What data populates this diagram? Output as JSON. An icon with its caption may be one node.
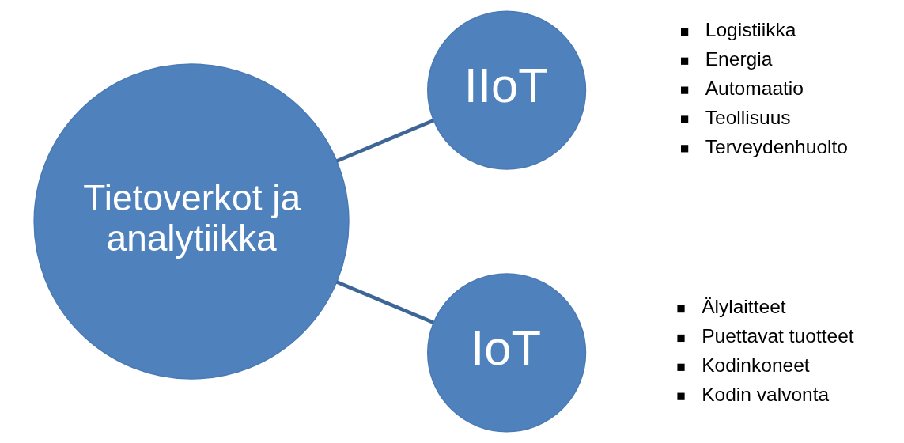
{
  "diagram": {
    "nodes": [
      {
        "text": [
          "Tietoverkot ja analytiikka"
        ]
      },
      {
        "text": [
          "IIoT"
        ],
        "beside": [
          "Logistiikka",
          "Energia",
          "Automaatio",
          "Teollisuus",
          "Terveydenhuolto"
        ]
      },
      {
        "text": [
          "IoT"
        ],
        "beside": [
          "Älylaitteet",
          "Puettavat tuotteet",
          "Kodinkoneet",
          "Kodin valvonta"
        ]
      }
    ],
    "edges": [
      {
        "from": 0,
        "to": 1,
        "arrow": "none"
      },
      {
        "from": 0,
        "to": 2,
        "arrow": "none"
      }
    ]
  }
}
